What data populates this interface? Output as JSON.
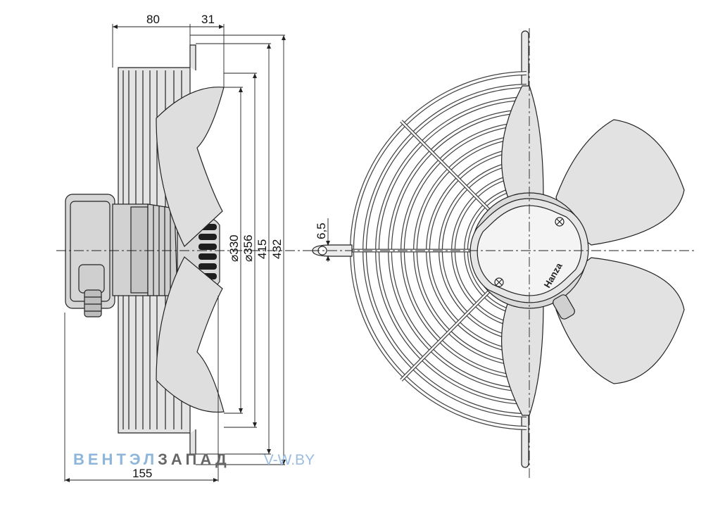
{
  "dimensions": {
    "top_left": "80",
    "top_right": "31",
    "bottom": "155",
    "d_blade": "⌀330",
    "d_inner": "⌀356",
    "d_415": "415",
    "d_432": "432",
    "hole": "6,5"
  },
  "watermark": {
    "part1": "ВЕНТЭЛ",
    "part2": "ЗАПАД",
    "part3": "V-W.BY",
    "colors": {
      "part1": "#8db6da",
      "part2": "#666666",
      "part3": "#9bbde0"
    }
  },
  "logo_text": "Hanza",
  "colors": {
    "line": "#222222",
    "fill": "#dcdcdc",
    "fill_dark": "#bdbdbd",
    "center": "#333333"
  }
}
